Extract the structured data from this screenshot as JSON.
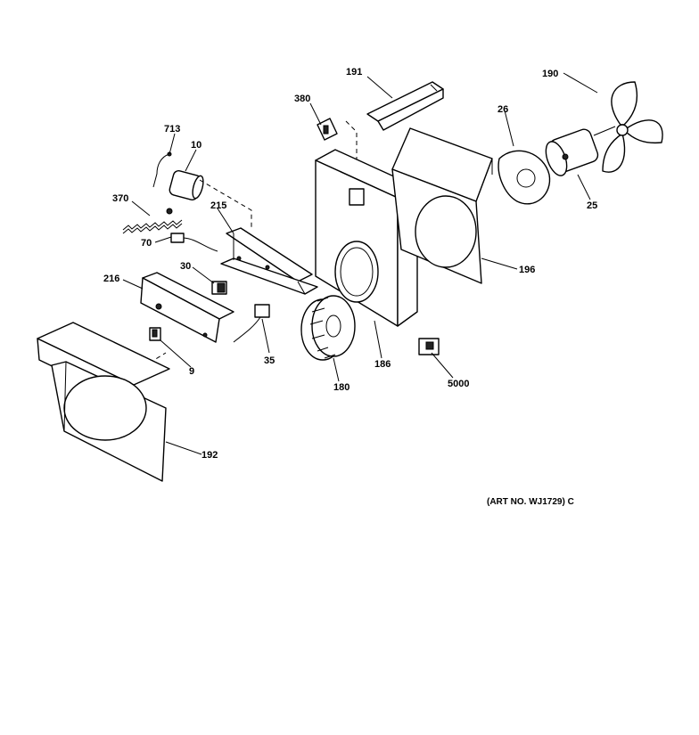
{
  "callouts": [
    {
      "id": "191",
      "text": "191"
    },
    {
      "id": "190",
      "text": "190"
    },
    {
      "id": "380",
      "text": "380"
    },
    {
      "id": "713",
      "text": "713"
    },
    {
      "id": "10",
      "text": "10"
    },
    {
      "id": "26",
      "text": "26"
    },
    {
      "id": "370",
      "text": "370"
    },
    {
      "id": "215",
      "text": "215"
    },
    {
      "id": "70",
      "text": "70"
    },
    {
      "id": "25",
      "text": "25"
    },
    {
      "id": "30",
      "text": "30"
    },
    {
      "id": "196",
      "text": "196"
    },
    {
      "id": "216",
      "text": "216"
    },
    {
      "id": "35",
      "text": "35"
    },
    {
      "id": "186",
      "text": "186"
    },
    {
      "id": "9",
      "text": "9"
    },
    {
      "id": "5000",
      "text": "5000"
    },
    {
      "id": "180",
      "text": "180"
    },
    {
      "id": "192",
      "text": "192"
    }
  ],
  "art_number": "(ART NO. WJ1729) C"
}
